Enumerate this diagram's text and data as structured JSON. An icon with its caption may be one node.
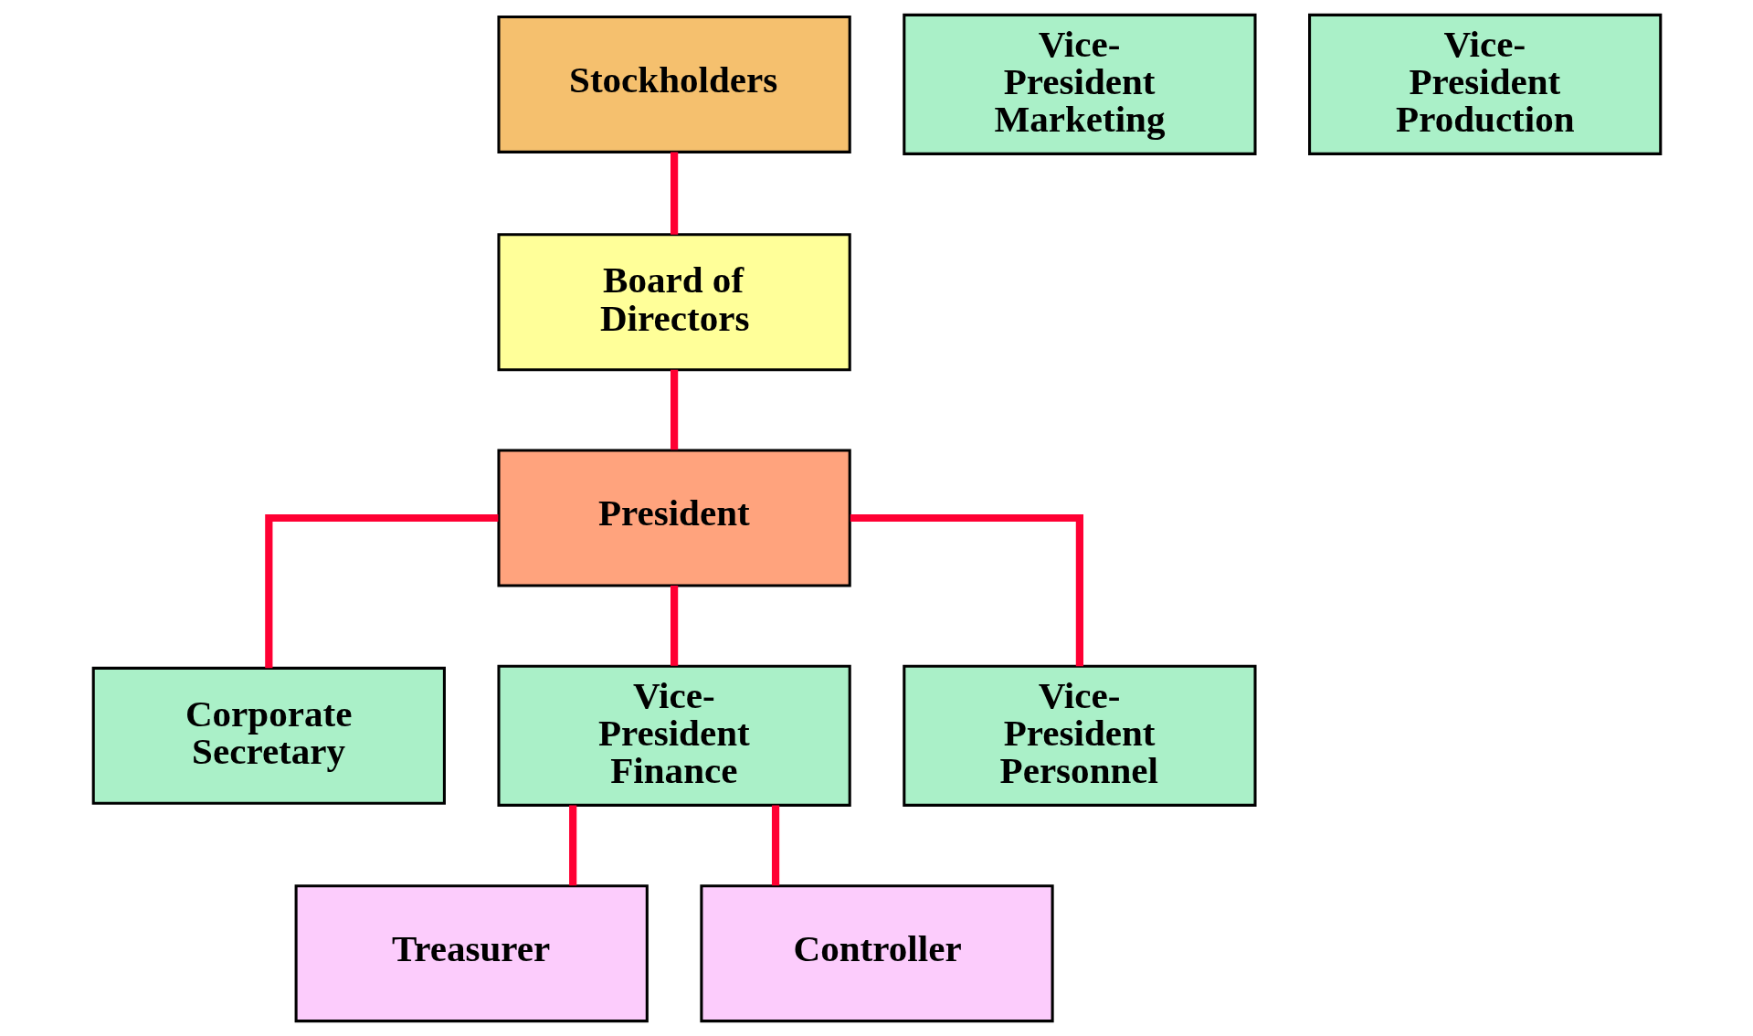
{
  "diagram": {
    "nodes": [
      {
        "text": [
          "Stockholders"
        ]
      },
      {
        "text": [
          "Board of Directors"
        ]
      },
      {
        "text": [
          "President"
        ]
      },
      {
        "text": [
          "Corporate Secretary"
        ]
      },
      {
        "text": [
          "Vice- President Marketing"
        ]
      },
      {
        "text": [
          "Vice- President Finance"
        ]
      },
      {
        "text": [
          "Vice- President Production"
        ]
      },
      {
        "text": [
          "Vice- President Personnel"
        ]
      },
      {
        "text": [
          "Treasurer"
        ]
      },
      {
        "text": [
          "Controller"
        ]
      }
    ],
    "edges": [
      {
        "from": 0,
        "to": 1,
        "arrow": "none"
      },
      {
        "from": 1,
        "to": 2,
        "arrow": "none"
      },
      {
        "from": 2,
        "to": 3,
        "arrow": "none"
      },
      {
        "from": 2,
        "to": 5,
        "arrow": "none"
      },
      {
        "from": 2,
        "to": 7,
        "arrow": "none"
      },
      {
        "from": 5,
        "to": 8,
        "arrow": "none"
      },
      {
        "from": 5,
        "to": 9,
        "arrow": "none"
      }
    ]
  }
}
